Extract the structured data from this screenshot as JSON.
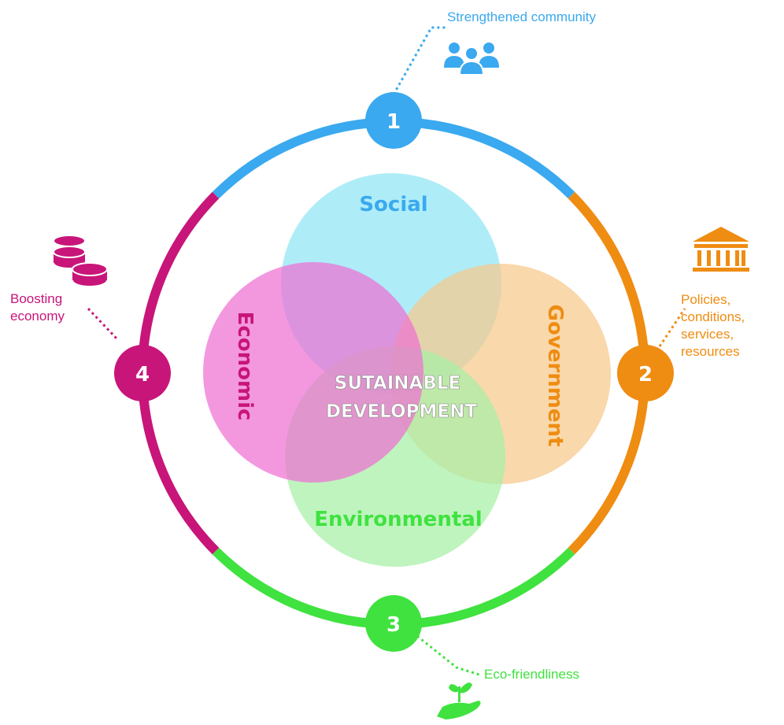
{
  "colors": {
    "blue": "#3aa9ef",
    "orange": "#ef8c12",
    "green": "#3fe23f",
    "magenta": "#c8157a",
    "social_fill": "#8fe6f5",
    "government_fill": "#f7c98c",
    "environmental_fill": "#a6f0a6",
    "economic_fill": "#ee70d3"
  },
  "center": {
    "line1": "SUTAINABLE",
    "line2": "DEVELOPMENT"
  },
  "circles": {
    "social": "Social",
    "government": "Government",
    "environmental": "Environmental",
    "economic": "Economic"
  },
  "markers": [
    {
      "number": "1",
      "lines": [
        "Strengthened community"
      ],
      "icon": "community-people-icon"
    },
    {
      "number": "2",
      "lines": [
        "Policies,",
        "conditions,",
        "services,",
        "resources"
      ],
      "icon": "government-building-icon"
    },
    {
      "number": "3",
      "lines": [
        "Eco-friendliness"
      ],
      "icon": "plant-in-hand-icon"
    },
    {
      "number": "4",
      "lines": [
        "Boosting",
        "economy"
      ],
      "icon": "coins-icon"
    }
  ]
}
